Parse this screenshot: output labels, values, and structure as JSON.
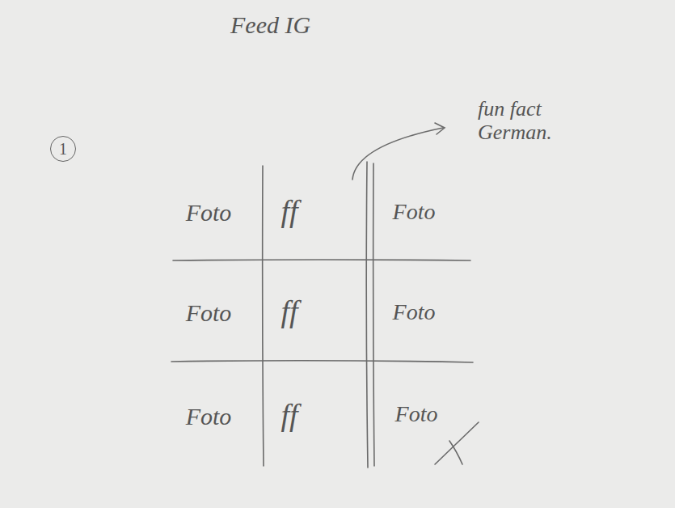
{
  "diagram": {
    "title": "Feed IG",
    "nodes": [
      {
        "text": [
          "1"
        ]
      }
    ],
    "labels": [
      "Foto",
      "ff",
      "Foto",
      "Foto",
      "ff",
      "Foto",
      "Foto",
      "ff",
      "Foto",
      "fun fact German."
    ]
  }
}
